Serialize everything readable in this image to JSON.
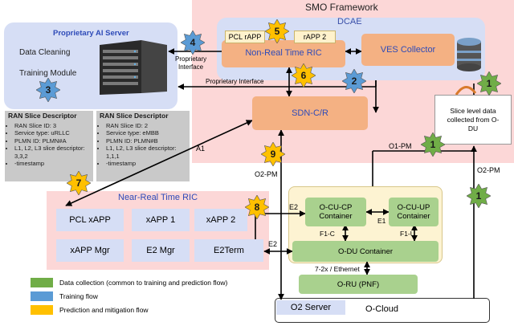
{
  "smo": {
    "title": "SMO Framework",
    "dcae": "DCAE"
  },
  "ai_server": {
    "title": "Proprietary AI Server",
    "module_line1": "Data Cleaning",
    "module_line2": "Training Module"
  },
  "nrt_ric": {
    "label": "Non-Real Time RIC",
    "rapp1": "PCL rAPP",
    "rapp2": "rAPP 2"
  },
  "ves": {
    "label": "VES Collector"
  },
  "sdn": {
    "label": "SDN-C/R"
  },
  "slice_data": {
    "line1": "Slice level data",
    "line2": "collected from O-",
    "line3": "DU"
  },
  "descriptors": [
    {
      "title": "RAN Slice Descriptor",
      "items": [
        "RAN Slice ID: 3",
        "Service type: uRLLC",
        "PLMN ID: PLMN#A",
        "L1, L2, L3 slice descriptor: 3,3,2",
        "-timestamp"
      ]
    },
    {
      "title": "RAN Slice Descriptor",
      "items": [
        "RAN Slice ID: 2",
        "Service type: eMBB",
        "PLMN ID: PLMN#B",
        "L1, L2, L3 slice descriptor: 1,1,1",
        "-timestamp"
      ]
    }
  ],
  "rt_ric": {
    "title": "Near-Real Time RIC",
    "apps": [
      "PCL xAPP",
      "xAPP 1",
      "xAPP 2",
      "xAPP Mgr",
      "E2 Mgr",
      "E2Term"
    ]
  },
  "oran": {
    "cu_cp_1": "O-CU-CP",
    "cu_cp_2": "Container",
    "cu_up_1": "O-CU-UP",
    "cu_up_2": "Container",
    "du": "O-DU Container",
    "ru": "O-RU (PNF)",
    "o2_server": "O2 Server",
    "ocloud": "O-Cloud"
  },
  "links": {
    "proprietary_interface": "Proprietary Interface",
    "proprietary_1": "Proprietary",
    "proprietary_2": "Interface",
    "a1": "A1",
    "o1pm": "O1-PM",
    "o2pm_left": "O2-PM",
    "o2pm_right": "O2-PM",
    "e2_top": "E2",
    "e2_bottom": "E2",
    "e1": "E1",
    "f1c": "F1-C",
    "f1u": "F1-U",
    "fronthaul": "7-2x / Ethernet"
  },
  "legend": [
    {
      "label": "Data collection (common to training and prediction flow)",
      "color": "#70ad47"
    },
    {
      "label": "Training flow",
      "color": "#5b9bd5"
    },
    {
      "label": "Prediction and mitigation flow",
      "color": "#ffc000"
    }
  ],
  "badges": [
    {
      "num": "1",
      "color": "#70ad47",
      "shape": "star"
    },
    {
      "num": "1",
      "color": "#70ad47",
      "shape": "star"
    },
    {
      "num": "1",
      "color": "#70ad47",
      "shape": "star"
    },
    {
      "num": "2",
      "color": "#5b9bd5",
      "shape": "star"
    },
    {
      "num": "3",
      "color": "#5b9bd5",
      "shape": "star"
    },
    {
      "num": "4",
      "color": "#5b9bd5",
      "shape": "star"
    },
    {
      "num": "5",
      "color": "#ffc000",
      "shape": "star"
    },
    {
      "num": "6",
      "color": "#ffc000",
      "shape": "star"
    },
    {
      "num": "7",
      "color": "#ffc000",
      "shape": "star"
    },
    {
      "num": "8",
      "color": "#ffc000",
      "shape": "star"
    },
    {
      "num": "9",
      "color": "#ffc000",
      "shape": "star"
    }
  ]
}
